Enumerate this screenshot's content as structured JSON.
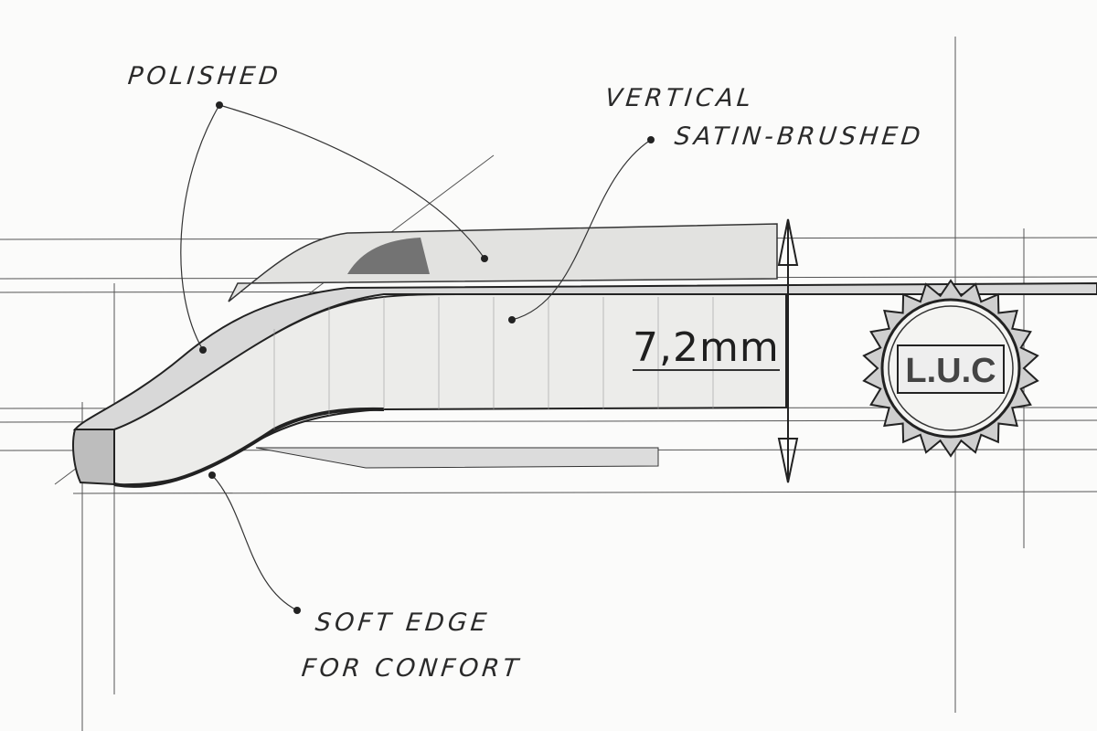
{
  "labels": {
    "polished": "POLISHED",
    "vertical": "VERTICAL",
    "satin_brushed": "SATIN-BRUSHED",
    "soft_edge": "SOFT EDGE",
    "for_confort": "FOR CONFORT"
  },
  "dimension": "7,2mm",
  "seal_logo": "L.U.C",
  "colors": {
    "paper": "#fbfbfa",
    "pencil": "#2a2a2a"
  }
}
